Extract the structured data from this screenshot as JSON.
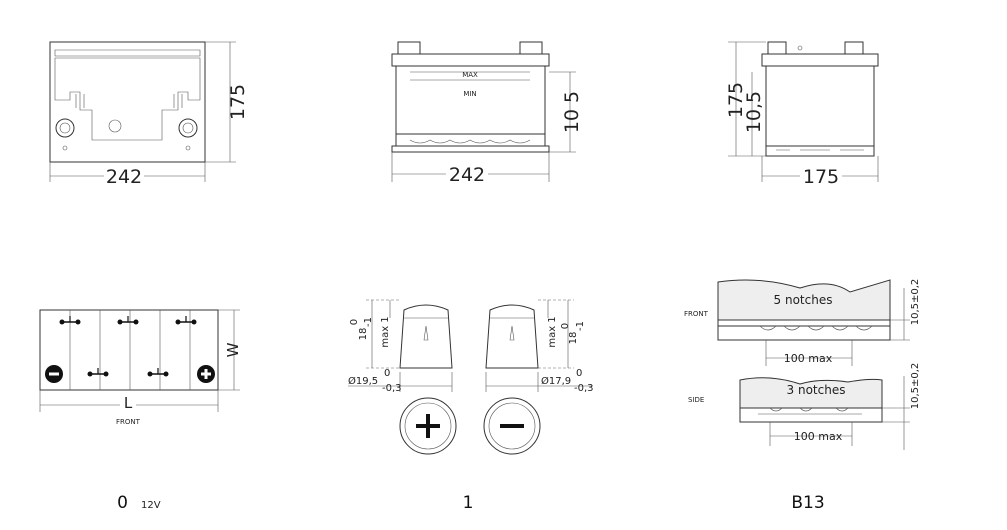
{
  "views": {
    "top_width": "242",
    "top_depth": "175",
    "front_width": "242",
    "front_height": "10 5",
    "front_label": "MIN",
    "front_max_label": "MAX",
    "side_width": "175",
    "side_height": "175",
    "side_height2": "10,5"
  },
  "layout": {
    "length_label": "L",
    "width_label": "W",
    "front_label": "FRONT",
    "caption_number": "0",
    "caption_voltage": "12V"
  },
  "terminals": {
    "positive_height_top": "0",
    "positive_height_main": "18",
    "positive_height_sub": "-1",
    "positive_max": "max 1",
    "positive_diameter_main": "Ø19,5",
    "positive_diameter_top": "0",
    "positive_diameter_sub": "-0,3",
    "negative_height_top": "0",
    "negative_height_main": "18",
    "negative_height_sub": "-1",
    "negative_max": "max 1",
    "negative_diameter_main": "Ø17,9",
    "negative_diameter_top": "0",
    "negative_diameter_sub": "-0,3",
    "caption": "1"
  },
  "holddown": {
    "front_label": "FRONT",
    "side_label": "SIDE",
    "front_notches": "5 notches",
    "side_notches": "3 notches",
    "front_max": "100 max",
    "side_max": "100 max",
    "front_tol": "10,5±0,2",
    "side_tol": "10,5±0,2",
    "caption": "B13"
  }
}
